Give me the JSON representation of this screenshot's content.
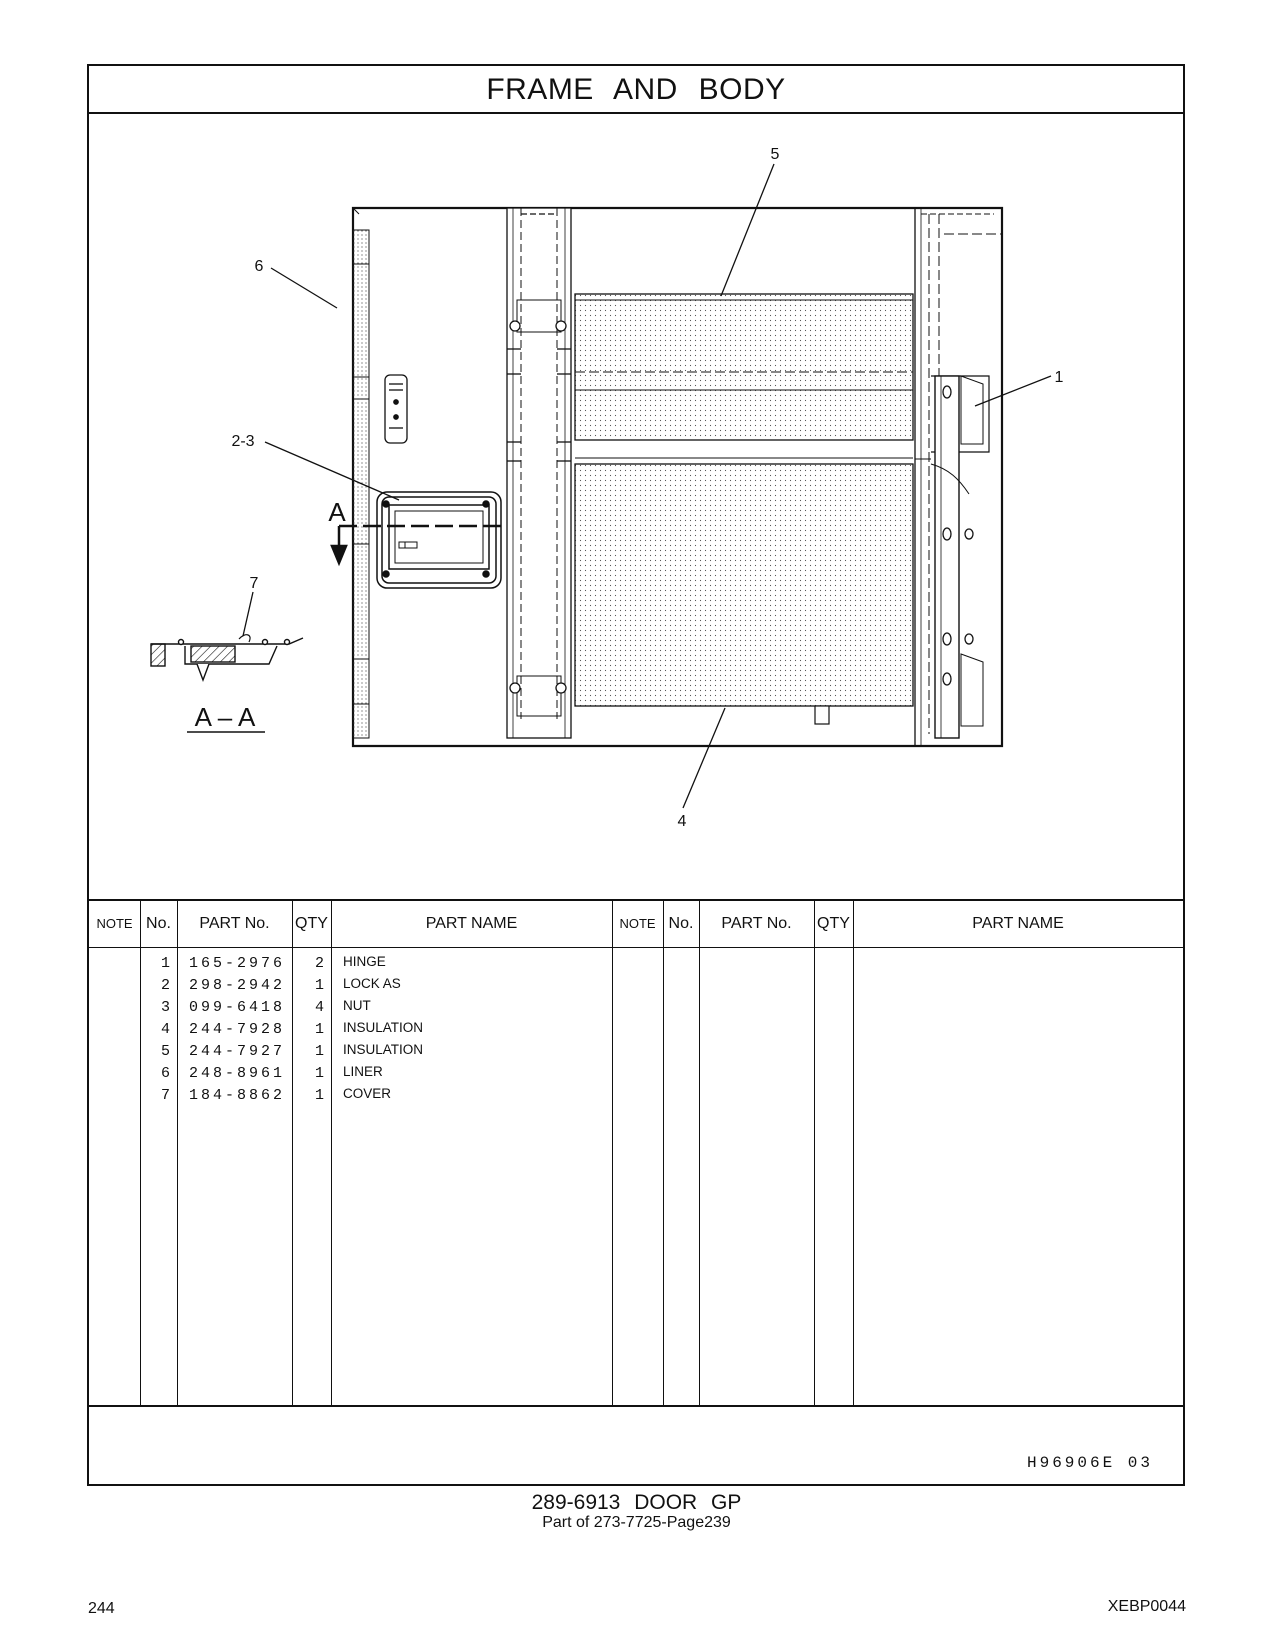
{
  "header": {
    "title": "FRAME AND BODY"
  },
  "callouts": {
    "c5": "5",
    "c6": "6",
    "c1": "1",
    "c23": "2-3",
    "c7": "7",
    "c4": "4",
    "sectionA1": "A",
    "sectionA2": "A",
    "sectionAA": "A – A"
  },
  "table": {
    "headers": {
      "note": "NOTE",
      "no": "No.",
      "part_no": "PART No.",
      "qty": "QTY",
      "part_name": "PART NAME"
    },
    "rows": [
      {
        "no": "1",
        "part_no": "165-2976",
        "qty": "2",
        "name": "HINGE"
      },
      {
        "no": "2",
        "part_no": "298-2942",
        "qty": "1",
        "name": "LOCK AS"
      },
      {
        "no": "3",
        "part_no": "099-6418",
        "qty": "4",
        "name": "NUT"
      },
      {
        "no": "4",
        "part_no": "244-7928",
        "qty": "1",
        "name": "INSULATION"
      },
      {
        "no": "5",
        "part_no": "244-7927",
        "qty": "1",
        "name": "INSULATION"
      },
      {
        "no": "6",
        "part_no": "248-8961",
        "qty": "1",
        "name": "LINER"
      },
      {
        "no": "7",
        "part_no": "184-8862",
        "qty": "1",
        "name": "COVER"
      }
    ]
  },
  "illustration_code": "H96906E 03",
  "footer": {
    "title": "289-6913 DOOR GP",
    "subtitle": "Part of 273-7725-Page239",
    "page_number": "244",
    "doc_code": "XEBP0044"
  }
}
